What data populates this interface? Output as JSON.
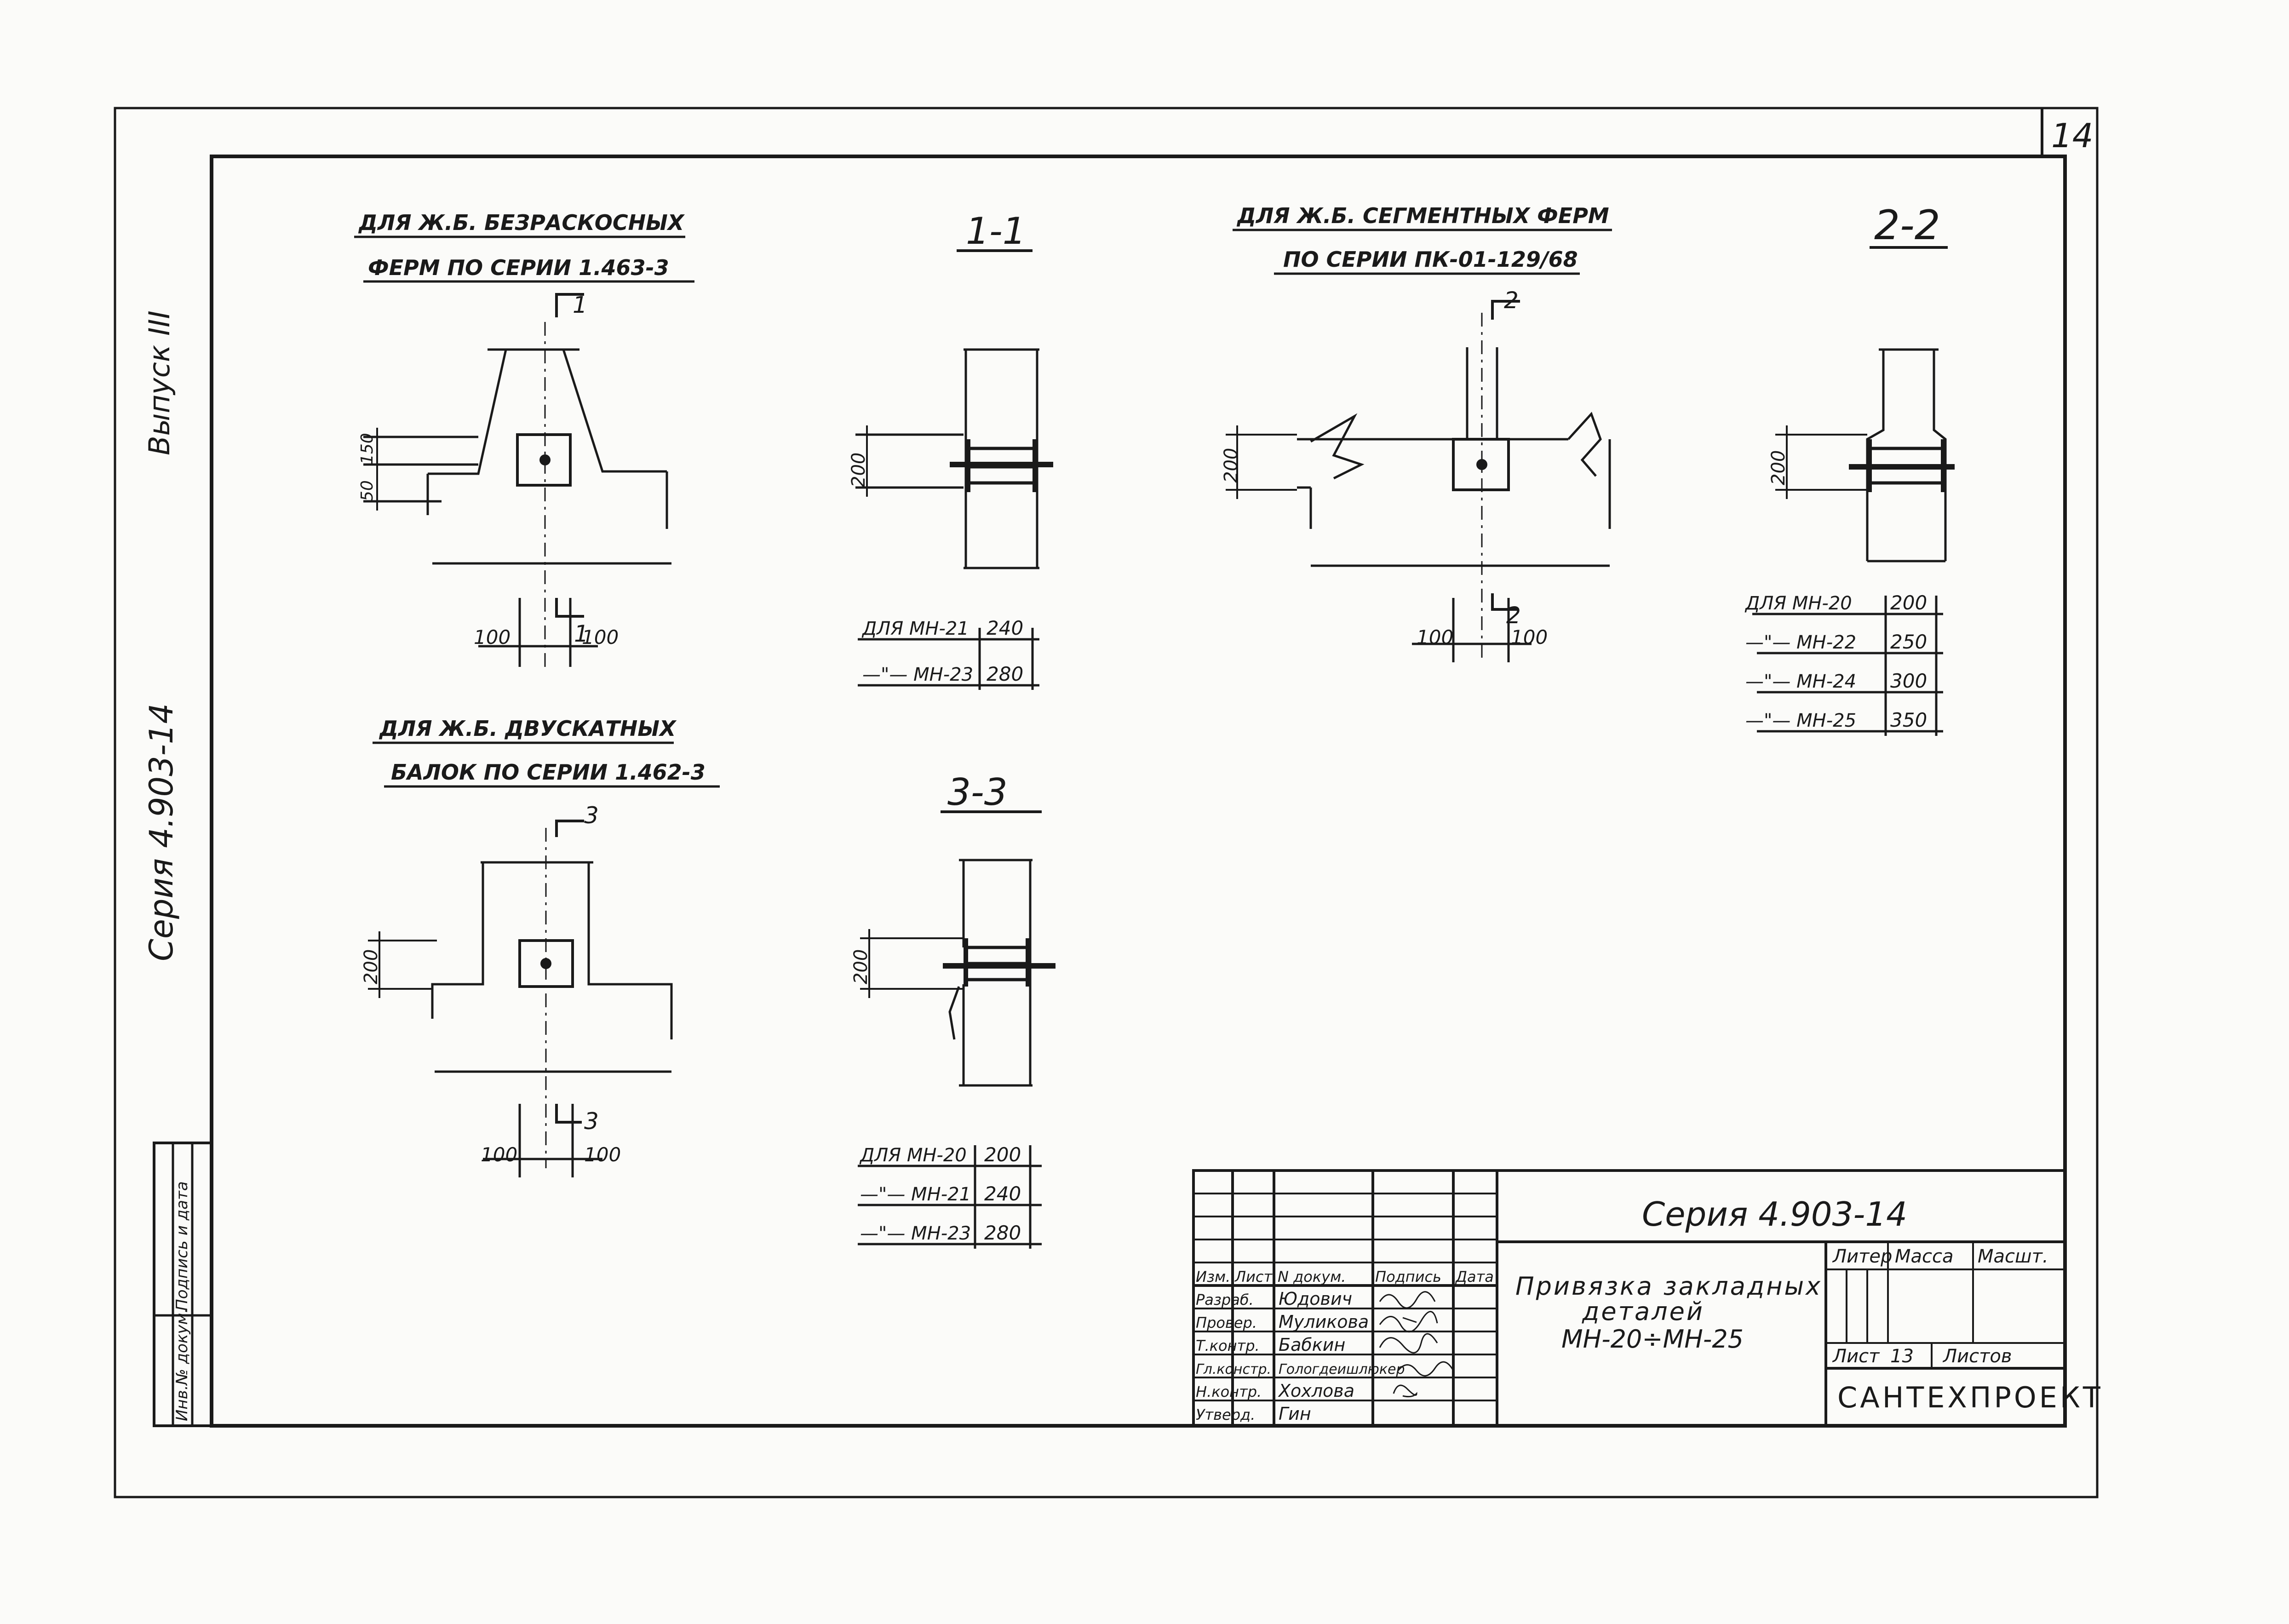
{
  "sheet_number": "14",
  "margin_labels": {
    "issue": "Выпуск III",
    "series": "Серия 4.903-14",
    "inv_no": "Инв.№ докум.",
    "sign_date": "Подпись и дата"
  },
  "detail_a": {
    "title_line1": "ДЛЯ Ж.Б. БЕЗРАСКОСНЫХ",
    "title_line2": "ФЕРМ ПО СЕРИИ 1.463-3",
    "cut_label": "1",
    "dim_150": "150",
    "dim_50": "50",
    "dim_left": "100",
    "dim_right": "100"
  },
  "section_1": {
    "title": "1-1",
    "dim_200": "200",
    "table": [
      {
        "label": "ДЛЯ МН-21",
        "value": "240"
      },
      {
        "label": "—\"— МН-23",
        "value": "280"
      }
    ]
  },
  "detail_b": {
    "title_line1": "ДЛЯ Ж.Б. СЕГМЕНТНЫХ ФЕРМ",
    "title_line2": "ПО СЕРИИ ПК-01-129/68",
    "cut_label": "2",
    "dim_200": "200",
    "dim_left": "100",
    "dim_right": "100"
  },
  "section_2": {
    "title": "2-2",
    "dim_200": "200",
    "table": [
      {
        "label": "ДЛЯ МН-20",
        "value": "200"
      },
      {
        "label": "—\"— МН-22",
        "value": "250"
      },
      {
        "label": "—\"— МН-24",
        "value": "300"
      },
      {
        "label": "—\"— МН-25",
        "value": "350"
      }
    ]
  },
  "detail_c": {
    "title_line1": "ДЛЯ Ж.Б. ДВУСКАТНЫХ",
    "title_line2": "БАЛОК ПО СЕРИИ 1.462-3",
    "cut_label": "3",
    "dim_200": "200",
    "dim_left": "100",
    "dim_right": "100"
  },
  "section_3": {
    "title": "3-3",
    "dim_200": "200",
    "table": [
      {
        "label": "ДЛЯ МН-20",
        "value": "200"
      },
      {
        "label": "—\"— МН-21",
        "value": "240"
      },
      {
        "label": "—\"— МН-23",
        "value": "280"
      }
    ]
  },
  "title_block": {
    "series": "Серия 4.903-14",
    "title_lines": [
      "Привязка закладных",
      "деталей",
      "МН-20÷МН-25"
    ],
    "headers": [
      "Изм.",
      "Лист",
      "N докум.",
      "Подпись",
      "Дата"
    ],
    "roles": [
      {
        "role": "Разраб.",
        "name": "Юдович"
      },
      {
        "role": "Провер.",
        "name": "Муликова"
      },
      {
        "role": "Т.контр.",
        "name": "Бабкин"
      },
      {
        "role": "Гл.констр.",
        "name": "Гологдеишлюкер"
      },
      {
        "role": "Н.контр.",
        "name": "Хохлова"
      },
      {
        "role": "Утверд.",
        "name": "Гин"
      }
    ],
    "liter": "Литер",
    "mass": "Масса",
    "scale": "Масшт.",
    "sheet_label": "Лист",
    "sheet_value": "13",
    "sheets_label": "Листов",
    "organization": "САНТЕХПРОЕКТ"
  }
}
